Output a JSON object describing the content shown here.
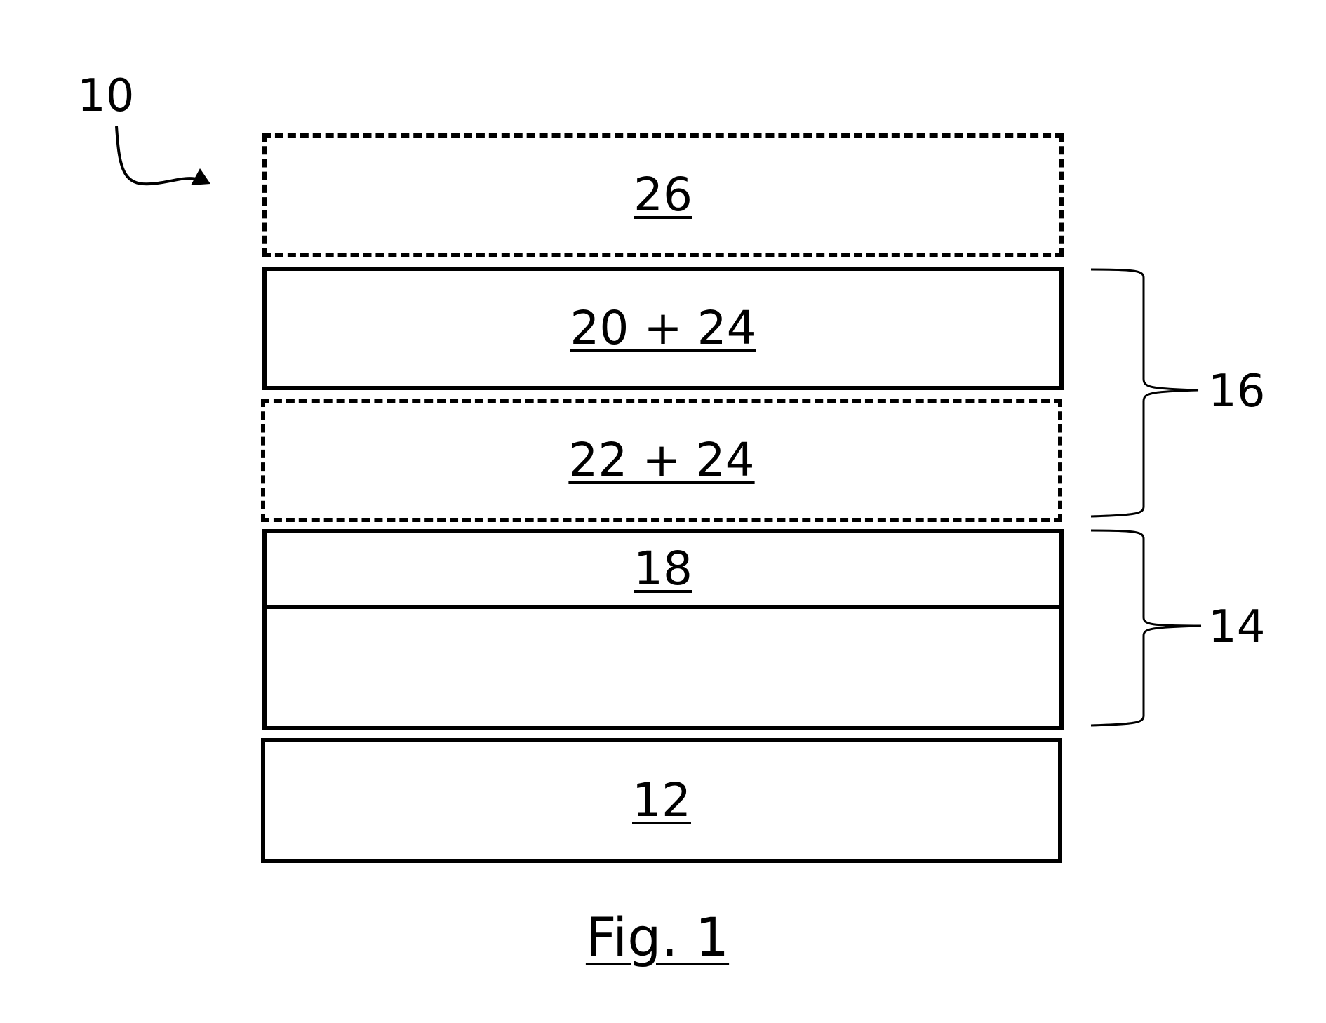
{
  "diagram": {
    "reference_numeral": "10",
    "layers": [
      {
        "id": "layer-26",
        "label": "26",
        "style": "dashed"
      },
      {
        "id": "layer-20-24",
        "label": "20 + 24",
        "style": "solid"
      },
      {
        "id": "layer-22-24",
        "label": "22 + 24",
        "style": "dashed"
      },
      {
        "id": "layer-18",
        "label": "18",
        "style": "solid"
      },
      {
        "id": "layer-14-base",
        "label": "",
        "style": "solid"
      },
      {
        "id": "layer-12",
        "label": "12",
        "style": "solid"
      }
    ],
    "brackets": [
      {
        "id": "bracket-16",
        "label": "16"
      },
      {
        "id": "bracket-14",
        "label": "14"
      }
    ],
    "caption": "Fig. 1"
  }
}
